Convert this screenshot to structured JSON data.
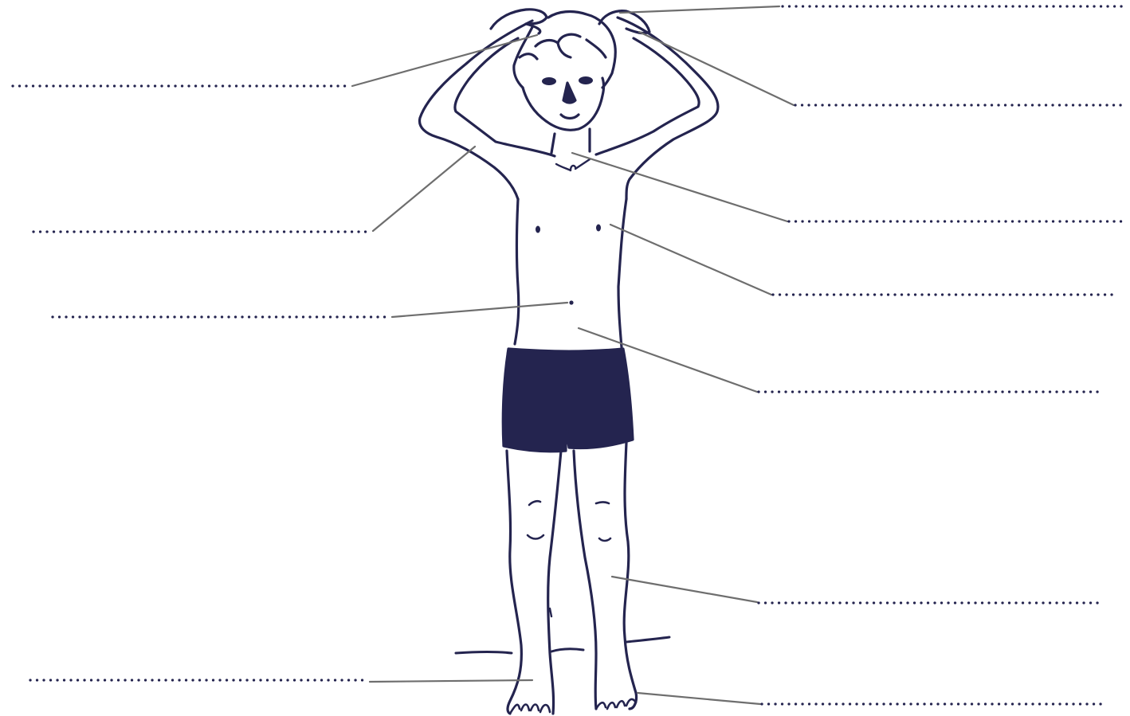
{
  "figure": {
    "subject": "",
    "answer_blanks": [
      {
        "id": "hand-on-head",
        "side": "right",
        "label": ""
      },
      {
        "id": "hair",
        "side": "left",
        "label": ""
      },
      {
        "id": "fingers",
        "side": "right",
        "label": ""
      },
      {
        "id": "arm",
        "side": "left",
        "label": ""
      },
      {
        "id": "neck-collarbone",
        "side": "right",
        "label": ""
      },
      {
        "id": "chest-nipple",
        "side": "right",
        "label": ""
      },
      {
        "id": "navel",
        "side": "left",
        "label": ""
      },
      {
        "id": "stomach",
        "side": "right",
        "label": ""
      },
      {
        "id": "leg",
        "side": "right",
        "label": ""
      },
      {
        "id": "foot-ankle",
        "side": "left",
        "label": ""
      },
      {
        "id": "toes",
        "side": "right",
        "label": ""
      }
    ]
  },
  "colors": {
    "ink": "#24244f",
    "shorts": "#24244f",
    "leader_line": "#6e6e6e",
    "dotted_line": "#24244f",
    "background": "#ffffff"
  }
}
